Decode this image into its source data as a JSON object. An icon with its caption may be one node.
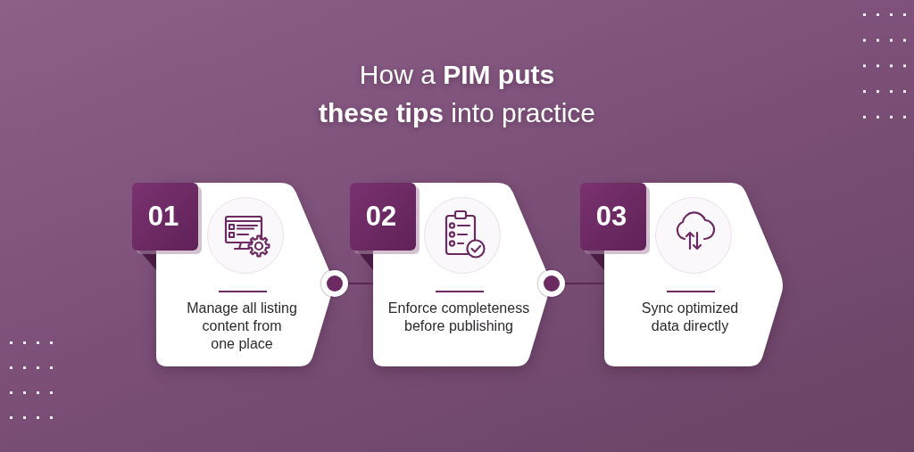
{
  "diagram": {
    "title": "How a **PIM puts** **these tips** into practice",
    "nodes": [
      {
        "text": [
          "01"
        ]
      },
      {
        "text": [
          "Manage all listing content from one place"
        ]
      },
      {
        "text": [
          "02"
        ]
      },
      {
        "text": [
          "Enforce completeness before publishing"
        ]
      },
      {
        "text": [
          "03"
        ]
      },
      {
        "text": [
          "Sync optimized data directly"
        ]
      }
    ],
    "edges": [
      {
        "from": 1,
        "to": 3,
        "arrow": "other"
      },
      {
        "from": 3,
        "to": 5,
        "arrow": "other"
      }
    ]
  }
}
